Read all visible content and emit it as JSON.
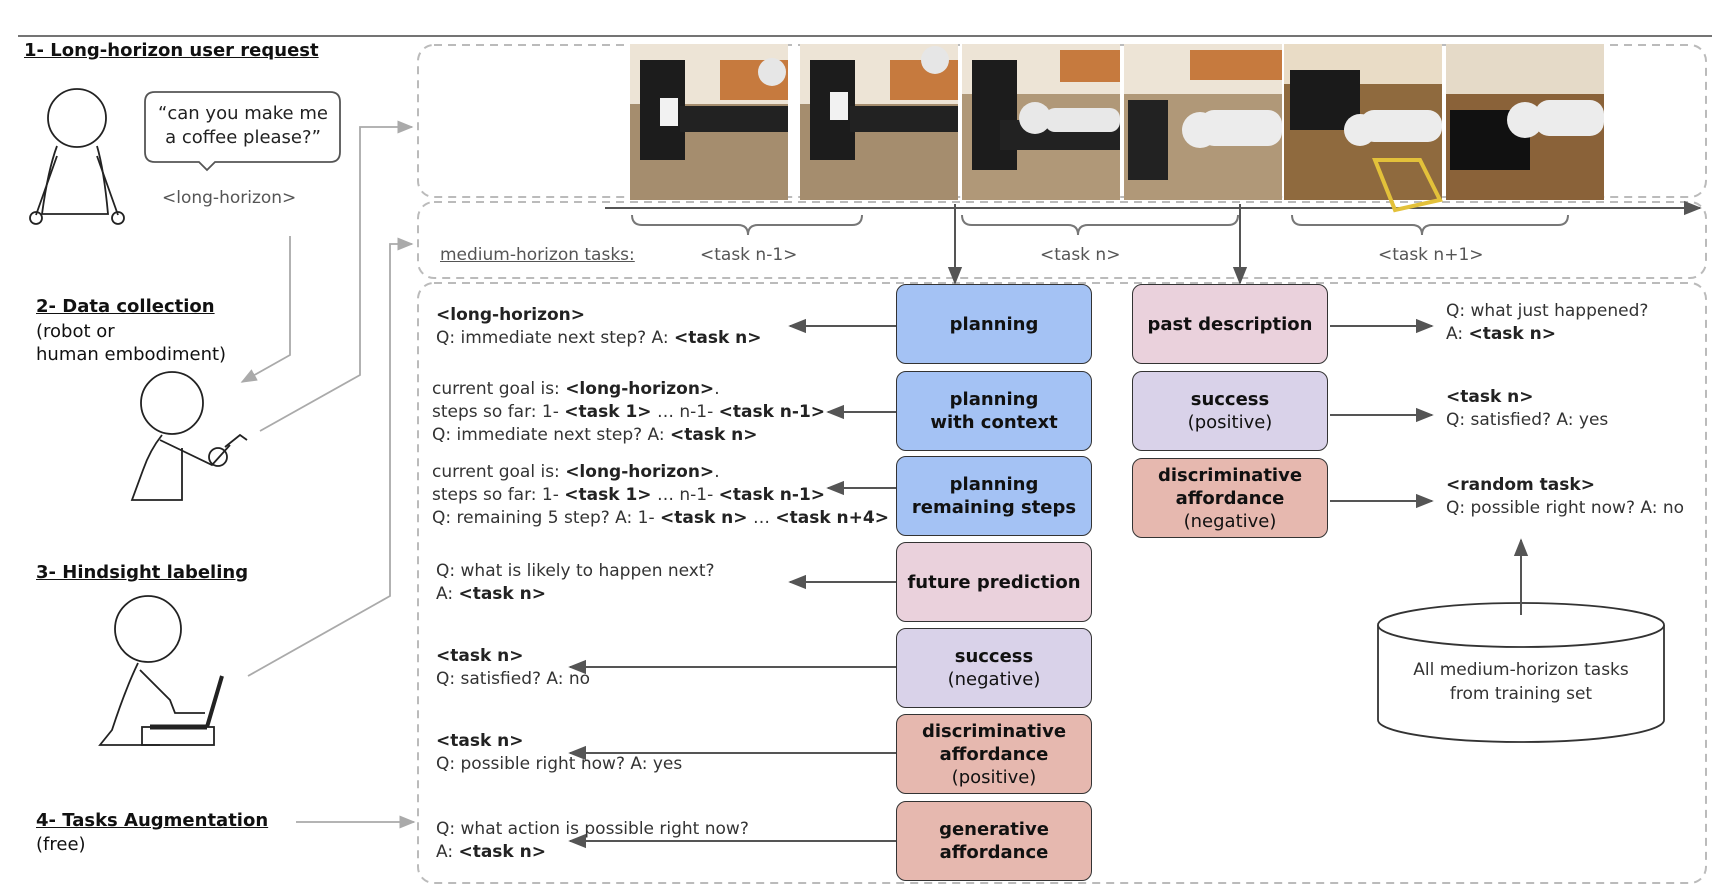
{
  "steps": {
    "s1": {
      "title": "1- Long-horizon user request"
    },
    "s2": {
      "title": "2- Data collection",
      "sub1": "(robot or",
      "sub2": "human embodiment)"
    },
    "s3": {
      "title": "3- Hindsight labeling"
    },
    "s4": {
      "title": "4- Tasks Augmentation",
      "sub1": "(free)"
    }
  },
  "bubble": {
    "line1": "“can you make me",
    "line2": "a coffee please?”",
    "tag": "<long-horizon>"
  },
  "timeline": {
    "label": "medium-horizon tasks:",
    "tasks": [
      "<task n-1>",
      "<task n>",
      "<task n+1>"
    ]
  },
  "left_column": [
    {
      "box": {
        "lines": [
          "planning"
        ],
        "bold": [
          true
        ],
        "color": "blue"
      },
      "qa": [
        [
          {
            "t": "<long-horizon>",
            "b": true
          }
        ],
        [
          {
            "t": "Q: immediate next step? A: ",
            "b": false
          },
          {
            "t": "<task n>",
            "b": true
          }
        ]
      ]
    },
    {
      "box": {
        "lines": [
          "planning",
          "with context"
        ],
        "bold": [
          true,
          true
        ],
        "color": "blue"
      },
      "qa": [
        [
          {
            "t": "current goal is: ",
            "b": false
          },
          {
            "t": "<long-horizon>",
            "b": true
          },
          {
            "t": ".",
            "b": false
          }
        ],
        [
          {
            "t": "steps so far: 1- ",
            "b": false
          },
          {
            "t": "<task 1>",
            "b": true
          },
          {
            "t": " … n-1- ",
            "b": false
          },
          {
            "t": "<task n-1>",
            "b": true
          }
        ],
        [
          {
            "t": "Q: immediate next step? A: ",
            "b": false
          },
          {
            "t": "<task n>",
            "b": true
          }
        ]
      ]
    },
    {
      "box": {
        "lines": [
          "planning",
          "remaining steps"
        ],
        "bold": [
          true,
          true
        ],
        "color": "blue"
      },
      "qa": [
        [
          {
            "t": "current goal is: ",
            "b": false
          },
          {
            "t": "<long-horizon>",
            "b": true
          },
          {
            "t": ".",
            "b": false
          }
        ],
        [
          {
            "t": "steps so far: 1- ",
            "b": false
          },
          {
            "t": "<task 1>",
            "b": true
          },
          {
            "t": " … n-1- ",
            "b": false
          },
          {
            "t": "<task n-1>",
            "b": true
          }
        ],
        [
          {
            "t": "Q: remaining 5 step? A: 1- ",
            "b": false
          },
          {
            "t": "<task n>",
            "b": true
          },
          {
            "t": " … ",
            "b": false
          },
          {
            "t": "<task n+4>",
            "b": true
          }
        ]
      ]
    },
    {
      "box": {
        "lines": [
          "future prediction"
        ],
        "bold": [
          true
        ],
        "color": "pink"
      },
      "qa": [
        [
          {
            "t": "Q: what is likely to happen next?",
            "b": false
          }
        ],
        [
          {
            "t": "A: ",
            "b": false
          },
          {
            "t": "<task n>",
            "b": true
          }
        ]
      ]
    },
    {
      "box": {
        "lines": [
          "success",
          "(negative)"
        ],
        "bold": [
          true,
          false
        ],
        "color": "lav"
      },
      "qa": [
        [
          {
            "t": "<task n>",
            "b": true
          }
        ],
        [
          {
            "t": "Q: satisfied? A: no",
            "b": false
          }
        ]
      ]
    },
    {
      "box": {
        "lines": [
          "discriminative",
          "affordance",
          "(positive)"
        ],
        "bold": [
          true,
          true,
          false
        ],
        "color": "red"
      },
      "qa": [
        [
          {
            "t": "<task n>",
            "b": true
          }
        ],
        [
          {
            "t": "Q: possible right now? A: yes",
            "b": false
          }
        ]
      ]
    },
    {
      "box": {
        "lines": [
          "generative",
          "affordance"
        ],
        "bold": [
          true,
          true
        ],
        "color": "red"
      },
      "qa": [
        [
          {
            "t": "Q: what action is possible right now?",
            "b": false
          }
        ],
        [
          {
            "t": "A: ",
            "b": false
          },
          {
            "t": "<task n>",
            "b": true
          }
        ]
      ]
    }
  ],
  "right_column": [
    {
      "box": {
        "lines": [
          "past description"
        ],
        "bold": [
          true
        ],
        "color": "pink"
      },
      "qa": [
        [
          {
            "t": "Q: what just happened?",
            "b": false
          }
        ],
        [
          {
            "t": "A: ",
            "b": false
          },
          {
            "t": "<task n>",
            "b": true
          }
        ]
      ]
    },
    {
      "box": {
        "lines": [
          "success",
          "(positive)"
        ],
        "bold": [
          true,
          false
        ],
        "color": "lav"
      },
      "qa": [
        [
          {
            "t": "<task n>",
            "b": true
          }
        ],
        [
          {
            "t": "Q: satisfied? A: yes",
            "b": false
          }
        ]
      ]
    },
    {
      "box": {
        "lines": [
          "discriminative",
          "affordance",
          "(negative)"
        ],
        "bold": [
          true,
          true,
          false
        ],
        "color": "red"
      },
      "qa": [
        [
          {
            "t": "<random task>",
            "b": true
          }
        ],
        [
          {
            "t": "Q: possible right now? A: no",
            "b": false
          }
        ]
      ]
    }
  ],
  "database": {
    "line1": "All medium-horizon tasks",
    "line2": "from training set"
  },
  "colors": {
    "blue": "#a4c2f4",
    "pink": "#ead1dc",
    "lavender": "#d9d2e9",
    "red": "#e6b8af",
    "arrow": "#555555",
    "dash": "#b7b7b7"
  }
}
